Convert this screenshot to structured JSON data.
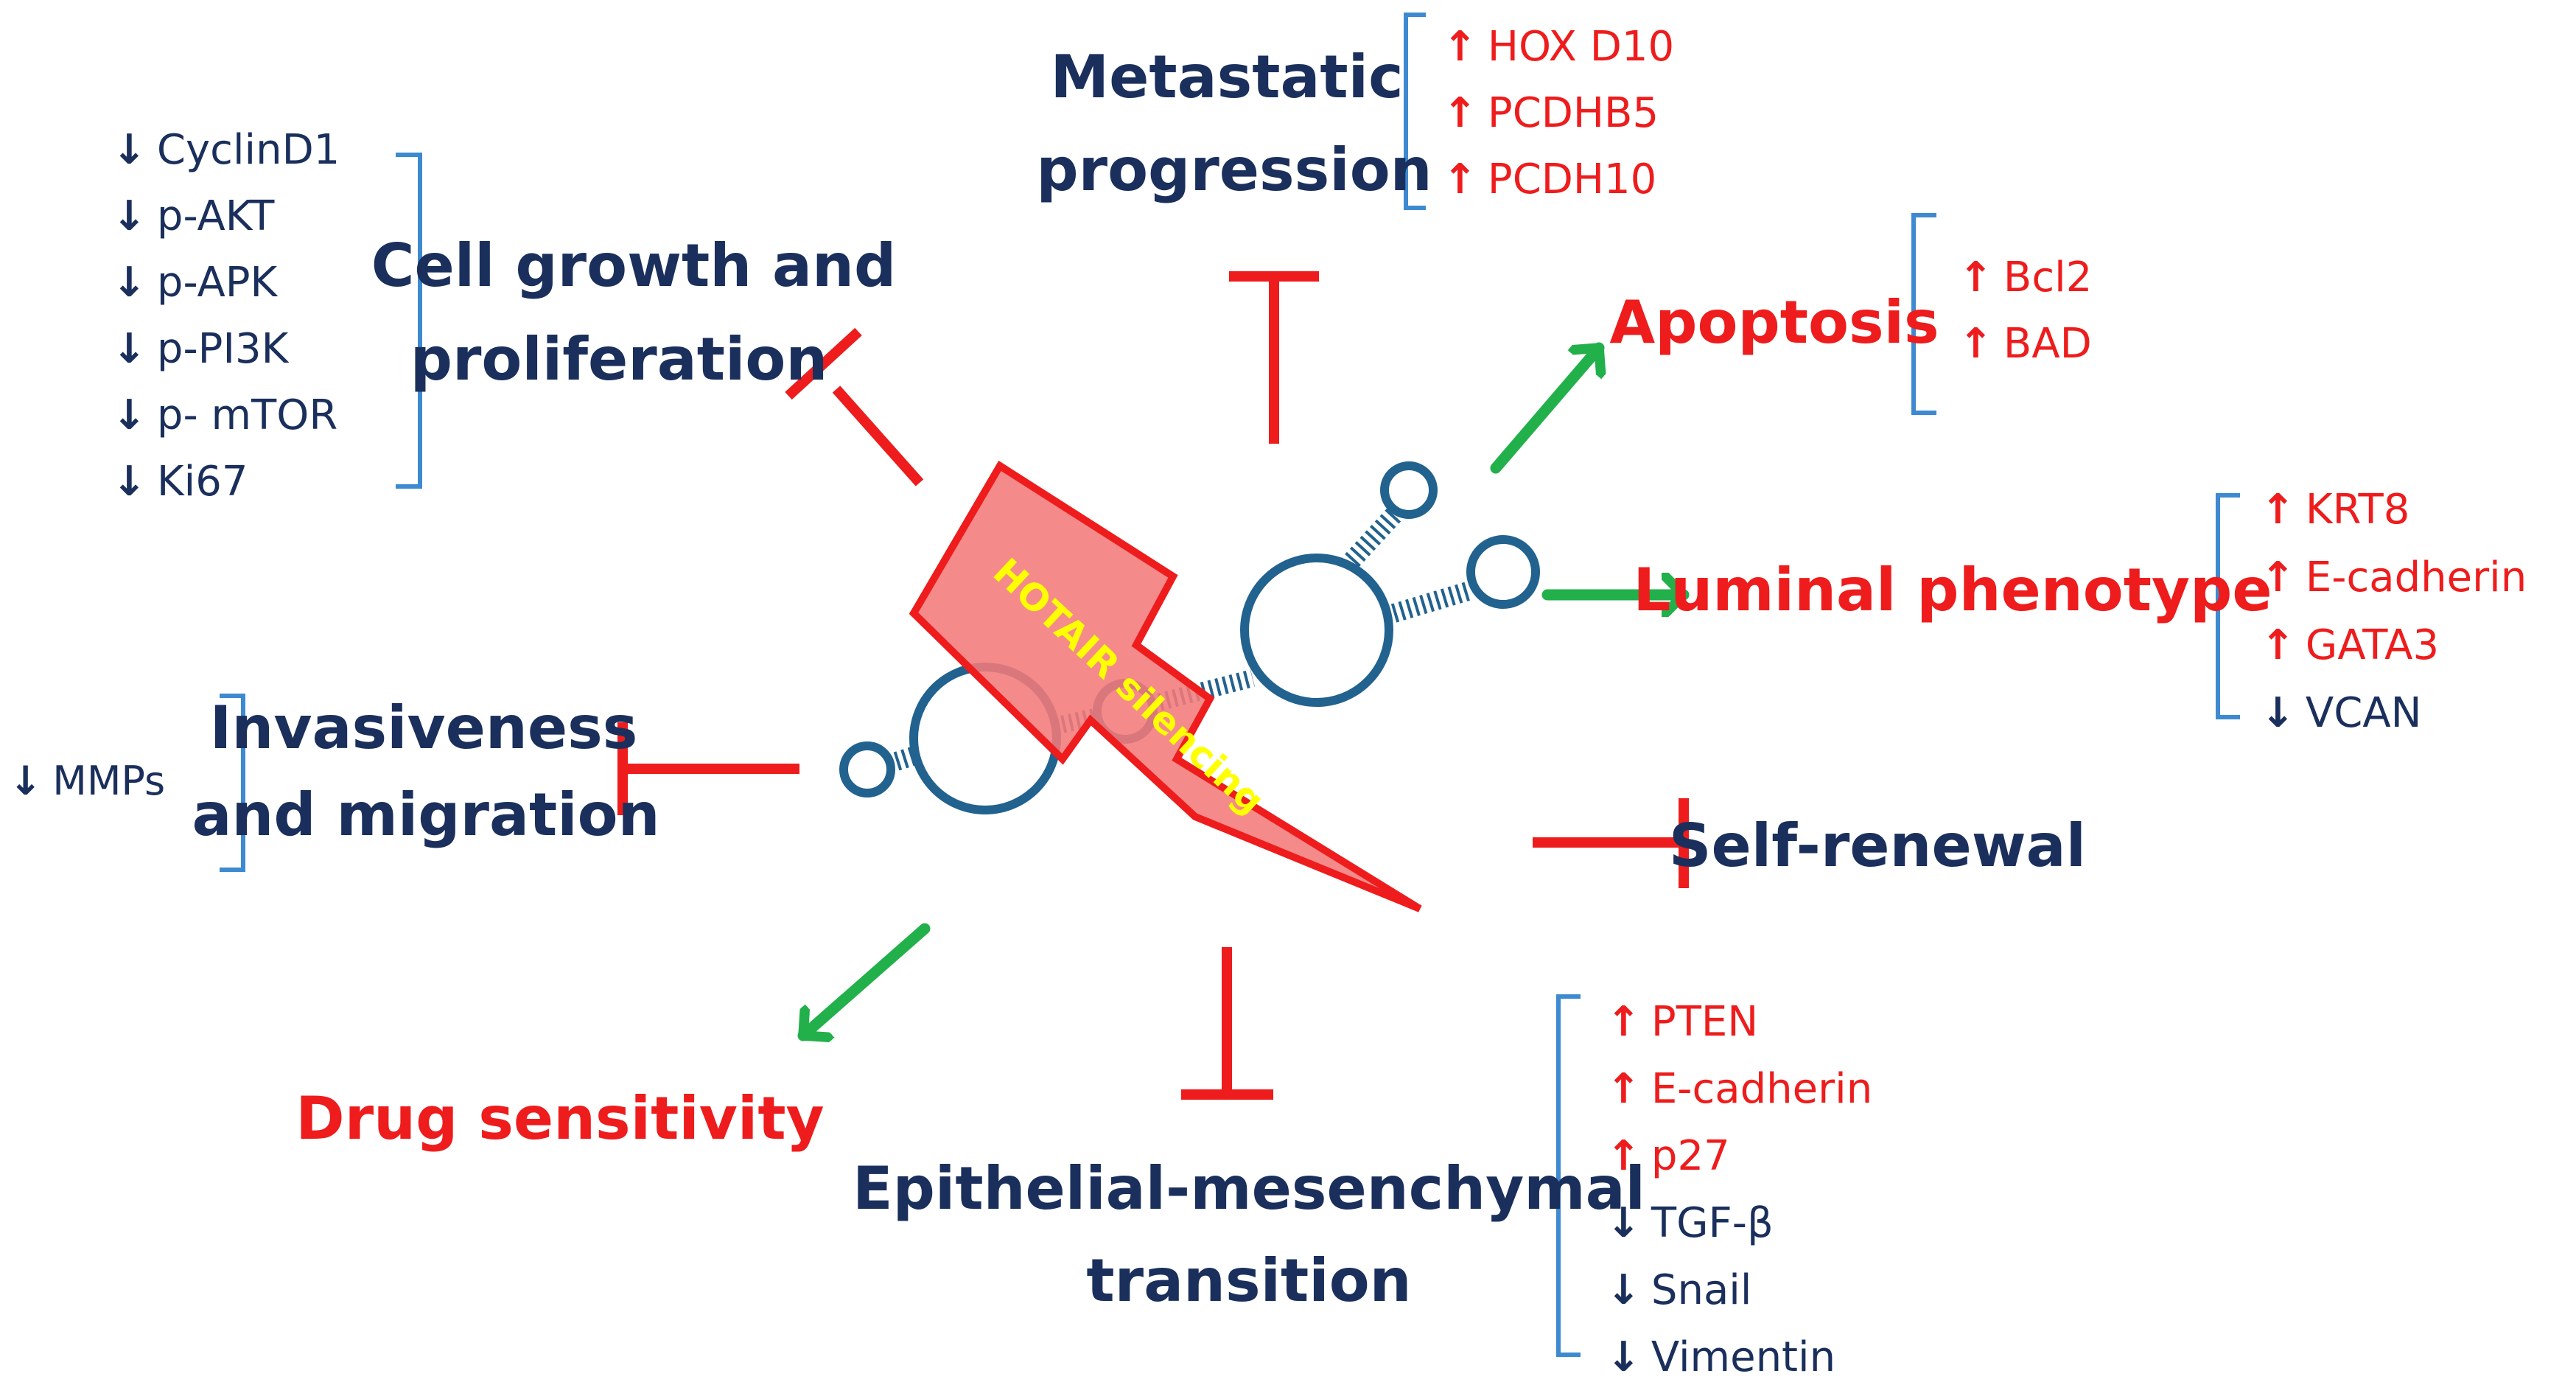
{
  "colors": {
    "dark_blue": "#1a2f5c",
    "red": "#ee1c1c",
    "green": "#22b04b",
    "bracket_blue": "#3d8ad0",
    "rna_blue": "#22628f",
    "bolt_fill": "#f47a7a",
    "bolt_text": "#ffff00"
  },
  "center": {
    "label": "HOTAIR silencing"
  },
  "arrows": {
    "up": "↑",
    "down": "↓"
  },
  "cell_growth": {
    "title_line1": "Cell growth and",
    "title_line2": "proliferation",
    "markers": [
      {
        "dir": "down",
        "name": "CyclinD1"
      },
      {
        "dir": "down",
        "name": "p-AKT"
      },
      {
        "dir": "down",
        "name": "p-APK"
      },
      {
        "dir": "down",
        "name": "p-PI3K"
      },
      {
        "dir": "down",
        "name": "p- mTOR"
      },
      {
        "dir": "down",
        "name": "Ki67"
      }
    ]
  },
  "metastatic": {
    "title_line1": "Metastatic",
    "title_line2": "progression",
    "markers": [
      {
        "dir": "up",
        "name": "HOX D10"
      },
      {
        "dir": "up",
        "name": "PCDHB5"
      },
      {
        "dir": "up",
        "name": "PCDH10"
      }
    ]
  },
  "apoptosis": {
    "title": "Apoptosis",
    "markers": [
      {
        "dir": "up",
        "name": "Bcl2"
      },
      {
        "dir": "up",
        "name": "BAD"
      }
    ]
  },
  "luminal": {
    "title": "Luminal phenotype",
    "markers": [
      {
        "dir": "up",
        "name": "KRT8"
      },
      {
        "dir": "up",
        "name": "E-cadherin"
      },
      {
        "dir": "up",
        "name": "GATA3"
      },
      {
        "dir": "down",
        "name": "VCAN"
      }
    ]
  },
  "invasiveness": {
    "title_line1": "Invasiveness",
    "title_line2": "and migration",
    "markers": [
      {
        "dir": "down",
        "name": "MMPs"
      }
    ]
  },
  "self_renewal": {
    "title": "Self-renewal"
  },
  "drug": {
    "title": "Drug sensitivity"
  },
  "emt": {
    "title_line1": "Epithelial-mesenchymal",
    "title_line2": "transition",
    "markers": [
      {
        "dir": "up",
        "name": "PTEN"
      },
      {
        "dir": "up",
        "name": "E-cadherin"
      },
      {
        "dir": "up",
        "name": "p27"
      },
      {
        "dir": "down",
        "name": "TGF-β"
      },
      {
        "dir": "down",
        "name": "Snail"
      },
      {
        "dir": "down",
        "name": "Vimentin"
      }
    ]
  }
}
